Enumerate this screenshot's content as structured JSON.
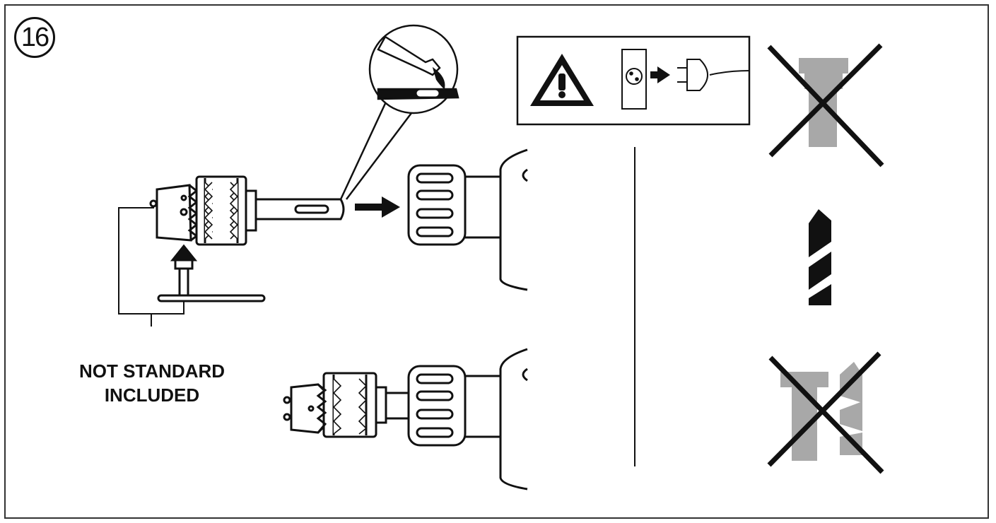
{
  "step": {
    "number": "16"
  },
  "note": {
    "line1": "NOT STANDARD",
    "line2": "INCLUDED"
  },
  "icons": {
    "warning": "warning-triangle-icon",
    "unplug": "unplug-from-socket-icon",
    "bit_ok": "spiral-drill-bit-icon",
    "bit_wrong_1": "crossed-out-bit-icon",
    "bit_wrong_2": "crossed-out-bit-icon"
  },
  "colors": {
    "line": "#111111",
    "gray": "#a8a8a8"
  }
}
